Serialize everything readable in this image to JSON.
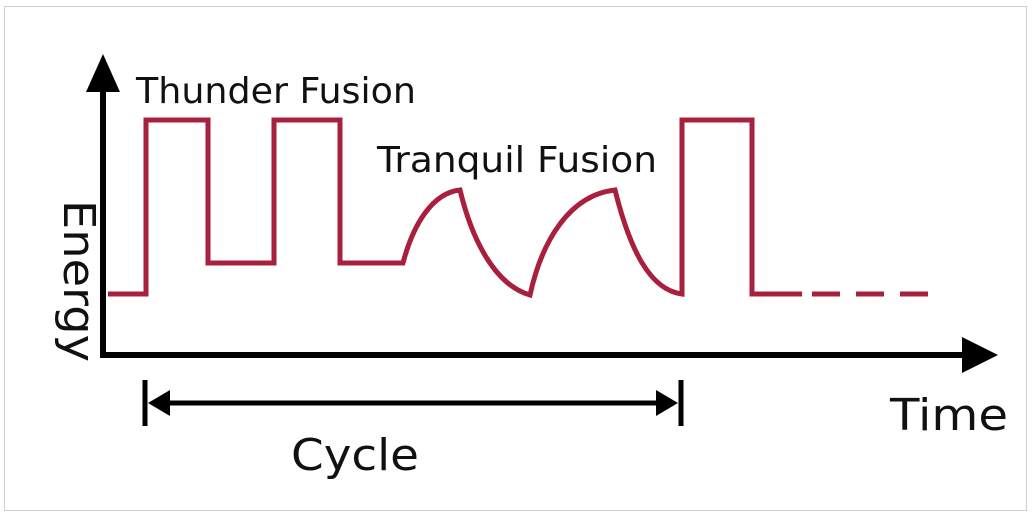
{
  "labels": {
    "y_axis": "Energy",
    "x_axis": "Time",
    "thunder": "Thunder Fusion",
    "tranquil": "Tranquil Fusion",
    "cycle": "Cycle"
  },
  "colors": {
    "signal": "#a8203c",
    "axis": "#000000",
    "text": "#111111"
  }
}
